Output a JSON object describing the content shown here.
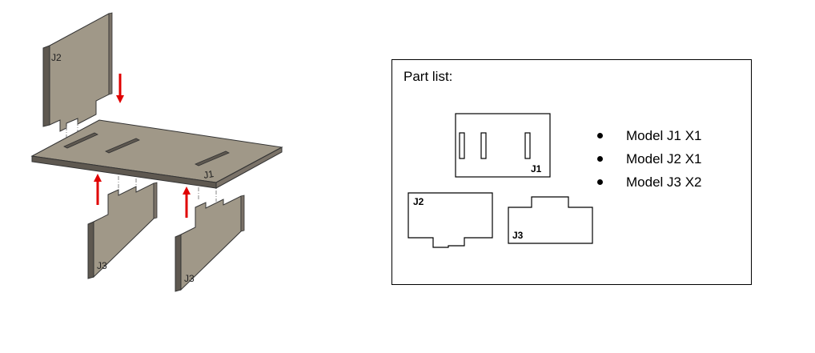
{
  "assembly": {
    "label_j2": "J2",
    "label_j1": "J1",
    "label_j3_left": "J3",
    "label_j3_right": "J3",
    "arrow_color": "#e00000",
    "panel_color": "#a09888"
  },
  "part_list": {
    "title": "Part list:",
    "parts": [
      {
        "label": "J1"
      },
      {
        "label": "J2"
      },
      {
        "label": "J3"
      }
    ],
    "bom": [
      {
        "text": "Model J1 X1"
      },
      {
        "text": "Model J2 X1"
      },
      {
        "text": "Model J3 X2"
      }
    ]
  }
}
